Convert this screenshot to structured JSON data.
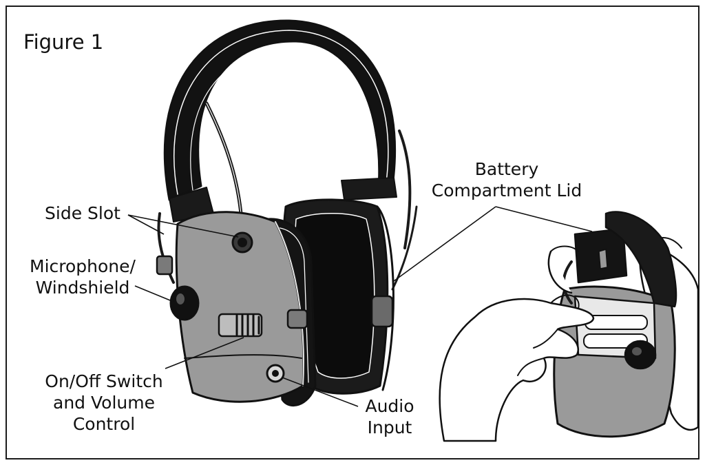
{
  "figure": {
    "title": "Figure 1",
    "labels": {
      "side_slot": [
        "Side Slot"
      ],
      "microphone": [
        "Microphone/",
        "Windshield"
      ],
      "switch": [
        "On/Off Switch",
        "and Volume",
        "Control"
      ],
      "audio": [
        "Audio",
        "Input"
      ],
      "battery": [
        "Battery",
        "Compartment Lid"
      ]
    }
  },
  "colors": {
    "ink": "#111111",
    "shell": "#9a9a9a",
    "cushion": "#141414",
    "paper": "#ffffff"
  }
}
